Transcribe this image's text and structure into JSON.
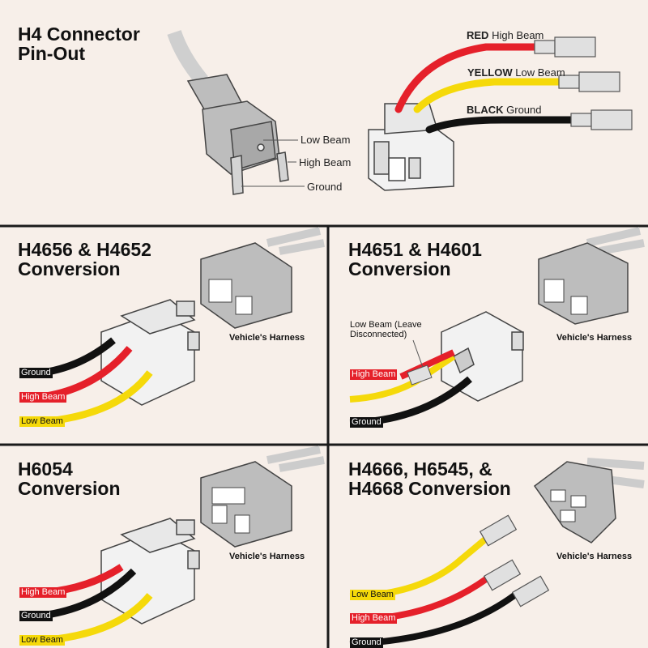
{
  "colors": {
    "background": "#f7efe9",
    "red": "#e5202a",
    "yellow": "#f5d90a",
    "black": "#111111",
    "divider": "#1a1a1a"
  },
  "top": {
    "title_line1": "H4 Connector",
    "title_line2": "Pin-Out",
    "pin_labels": {
      "low": "Low Beam",
      "high": "High Beam",
      "ground": "Ground"
    },
    "wires": [
      {
        "color_word": "RED",
        "function": "High Beam"
      },
      {
        "color_word": "YELLOW",
        "function": "Low Beam"
      },
      {
        "color_word": "BLACK",
        "function": "Ground"
      }
    ]
  },
  "panel1": {
    "title_line1": "H4656 & H4652",
    "title_line2": "Conversion",
    "harness": "Vehicle's Harness",
    "tags": {
      "ground": "Ground",
      "high": "High Beam",
      "low": "Low Beam"
    }
  },
  "panel2": {
    "title_line1": "H4651 & H4601",
    "title_line2": "Conversion",
    "harness": "Vehicle's Harness",
    "note_line1": "Low Beam (Leave",
    "note_line2": "Disconnected)",
    "tags": {
      "high": "High Beam",
      "ground": "Ground"
    }
  },
  "panel3": {
    "title_line1": "H6054",
    "title_line2": "Conversion",
    "harness": "Vehicle's Harness",
    "tags": {
      "high": "High Beam",
      "ground": "Ground",
      "low": "Low Beam"
    }
  },
  "panel4": {
    "title_line1": "H4666, H6545, &",
    "title_line2": "H4668 Conversion",
    "harness": "Vehicle's Harness",
    "tags": {
      "low": "Low Beam",
      "high": "High Beam",
      "ground": "Ground"
    }
  }
}
